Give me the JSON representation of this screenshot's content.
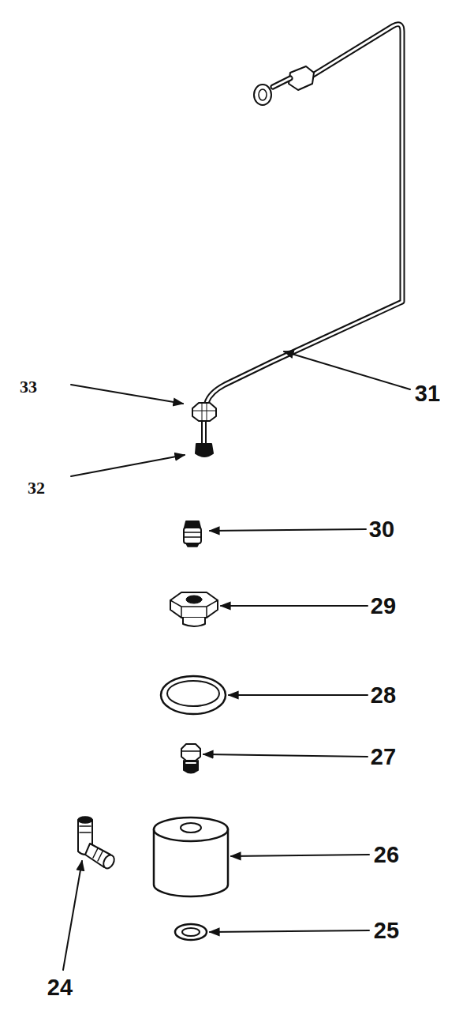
{
  "diagram": {
    "labels": [
      "33",
      "31",
      "32",
      "30",
      "29",
      "28",
      "27",
      "26",
      "25",
      "24"
    ]
  }
}
